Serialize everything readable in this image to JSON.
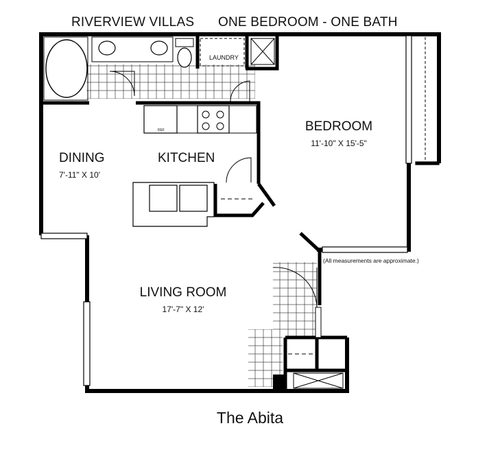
{
  "header": {
    "property": "RIVERVIEW  VILLAS",
    "unit_type": "ONE BEDROOM - ONE BATH"
  },
  "rooms": {
    "bedroom": {
      "name": "BEDROOM",
      "dims": "11'-10\" X 15'-5\""
    },
    "dining": {
      "name": "DINING",
      "dims": "7'-11\" X 10'"
    },
    "kitchen": {
      "name": "KITCHEN"
    },
    "living": {
      "name": "LIVING ROOM",
      "dims": "17'-7\" X 12'"
    }
  },
  "fixtures": {
    "laundry": "LAUNDRY",
    "refrigerator": "REF"
  },
  "note": "(All measurements are approximate.)",
  "plan_name": "The Abita"
}
